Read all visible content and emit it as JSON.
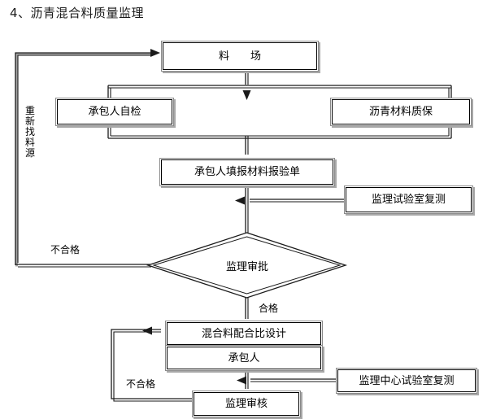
{
  "page": {
    "title": "4、沥青混合料质量监理",
    "background": "#ffffff",
    "line_color": "#000000",
    "shadow_color": "#a8a8a8"
  },
  "nodes": {
    "material_yard": "料　　场",
    "contractor_self_check": "承包人自检",
    "asphalt_quality_warranty": "沥青材料质保",
    "contractor_report_form": "承包人填报材料报验单",
    "supervision_lab_retest": "监理试验室复测",
    "supervision_approval": "监理审批",
    "mix_ratio_design": "混合料配合比设计",
    "contractor": "承包人",
    "supervision_center_lab_retest": "监理中心试验室复测",
    "supervision_review": "监理审核"
  },
  "edge_labels": {
    "unqualified_top": "不合格",
    "qualified": "合格",
    "unqualified_bottom": "不合格",
    "find_new_source": "重新找料源"
  }
}
